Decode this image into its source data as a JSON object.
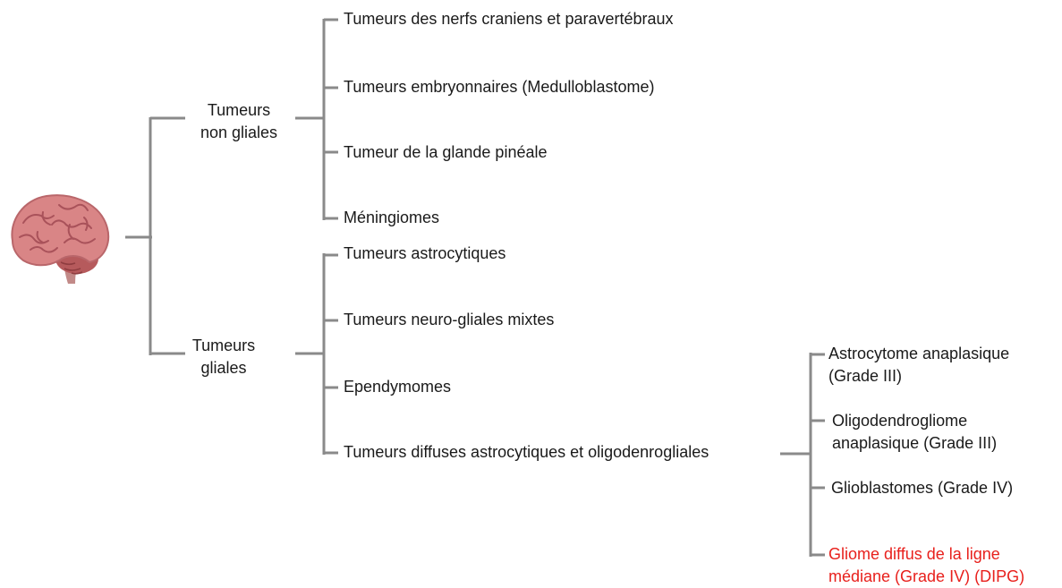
{
  "root": {
    "icon": "brain-icon",
    "branches": [
      {
        "label_line1": "Tumeurs",
        "label_line2": "non gliales",
        "children": [
          "Tumeurs des nerfs craniens et paravertébraux",
          "Tumeurs embryonnaires (Medulloblastome)",
          "Tumeur de la glande pinéale",
          "Méningiomes"
        ]
      },
      {
        "label_line1": "Tumeurs",
        "label_line2": "gliales",
        "children": [
          "Tumeurs astrocytiques",
          "Tumeurs neuro-gliales mixtes",
          "Ependymomes",
          "Tumeurs diffuses astrocytiques et oligodenrogliales"
        ]
      }
    ]
  },
  "diffuse_subtypes": [
    {
      "line1": "Astrocytome anaplasique",
      "line2": "(Grade III)"
    },
    {
      "line1": "Oligodendrogliome",
      "line2": "anaplasique (Grade III)"
    },
    {
      "line1": "Glioblastomes (Grade IV)",
      "line2": ""
    },
    {
      "line1": "Gliome diffus de la ligne",
      "line2": "médiane (Grade IV) (DIPG)",
      "highlight": true
    }
  ],
  "colors": {
    "connector": "#8a8a8a",
    "text": "#1a1a1a",
    "highlight": "#e8201c",
    "brain": "#d98586",
    "cerebellum": "#b65a5c"
  }
}
